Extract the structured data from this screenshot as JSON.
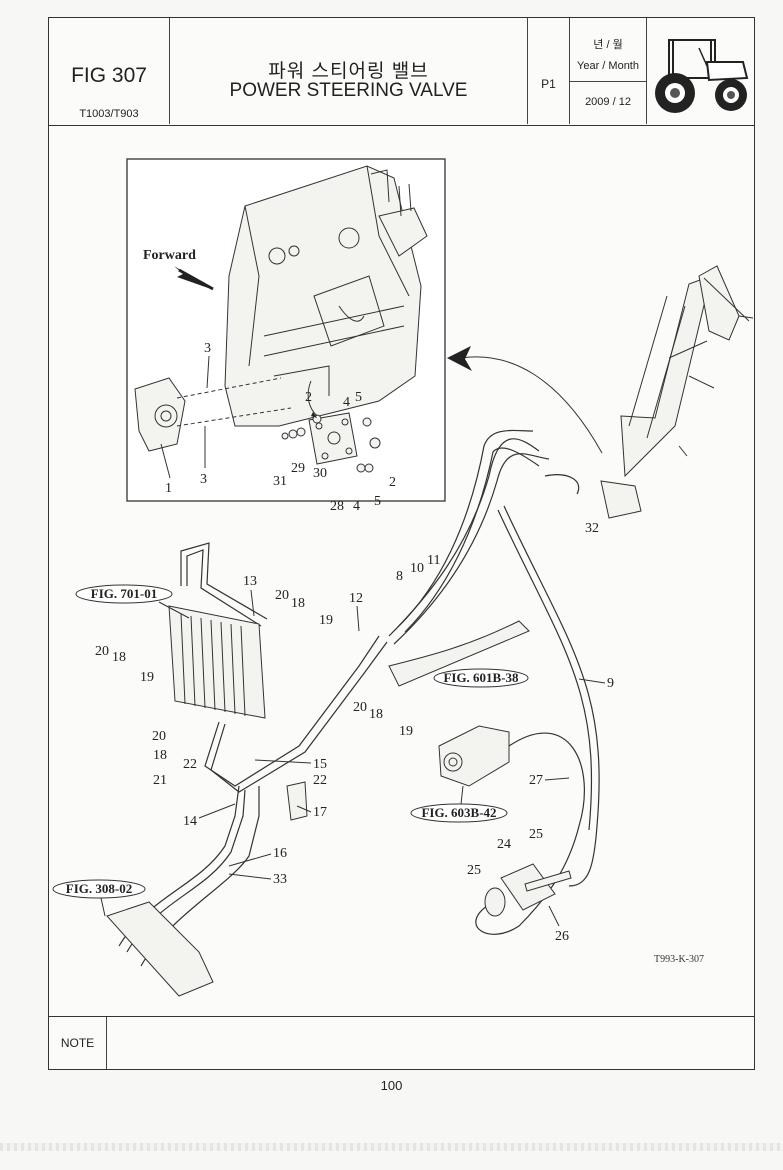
{
  "header": {
    "fig_number": "FIG 307",
    "model": "T1003/T903",
    "title_korean": "파워 스티어링 밸브",
    "title_english": "POWER STEERING VALVE",
    "page_code": "P1",
    "year_month_korean": "년 / 월",
    "year_month_english": "Year / Month",
    "date": "2009 / 12",
    "thumbnail_icon": "tractor-icon"
  },
  "diagram": {
    "inset": {
      "forward_label": "Forward",
      "callouts": [
        "3",
        "3",
        "1",
        "2",
        "4",
        "5",
        "29",
        "30",
        "31",
        "28",
        "4",
        "5",
        "2"
      ]
    },
    "figure_refs": [
      "FIG. 701-01",
      "FIG. 601B-38",
      "FIG. 603B-42",
      "FIG. 308-02"
    ],
    "callouts": [
      "13",
      "20",
      "18",
      "19",
      "12",
      "8",
      "10",
      "11",
      "9",
      "32",
      "20",
      "18",
      "19",
      "20",
      "18",
      "22",
      "21",
      "14",
      "15",
      "22",
      "17",
      "20",
      "18",
      "19",
      "16",
      "33",
      "24",
      "25",
      "25",
      "27",
      "26"
    ],
    "drawing_code": "T993-K-307"
  },
  "footer": {
    "note_label": "NOTE",
    "page_number": "100"
  }
}
